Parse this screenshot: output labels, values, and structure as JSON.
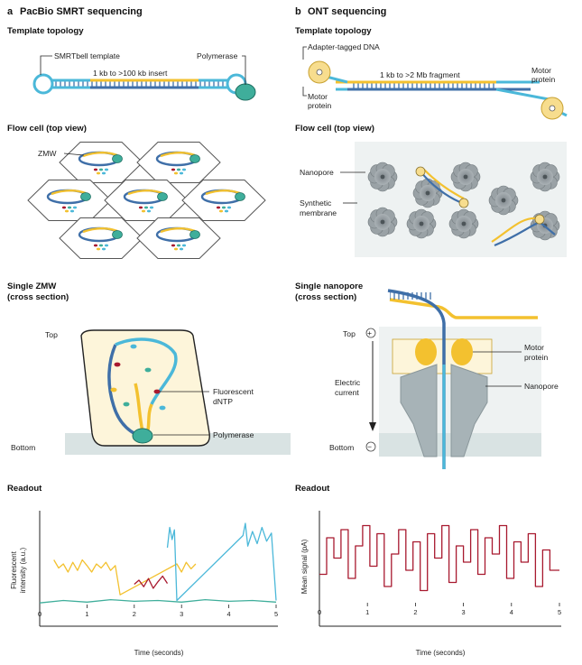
{
  "panels": {
    "a": {
      "letter": "a",
      "title": "PacBio SMRT sequencing"
    },
    "b": {
      "letter": "b",
      "title": "ONT sequencing"
    }
  },
  "sections": {
    "template_topology": "Template topology",
    "flow_cell": "Flow cell (top view)",
    "single_zmw_1": "Single ZMW",
    "single_zmw_2": "(cross section)",
    "single_nanopore_1": "Single nanopore",
    "single_nanopore_2": "(cross section)",
    "readout": "Readout"
  },
  "labels_a": {
    "smrtbell_template": "SMRTbell template",
    "polymerase": "Polymerase",
    "insert": "1 kb to >100 kb insert",
    "zmw": "ZMW",
    "top": "Top",
    "bottom": "Bottom",
    "fluor_1": "Fluorescent",
    "fluor_2": "dNTP",
    "polymerase_zmw": "Polymerase"
  },
  "labels_b": {
    "adapter": "Adapter-tagged DNA",
    "fragment": "1 kb to >2 Mb fragment",
    "motor_l1": "Motor",
    "motor_l2": "protein",
    "motor_r1": "Motor",
    "motor_r2": "protein",
    "nanopore": "Nanopore",
    "membrane_1": "Synthetic",
    "membrane_2": "membrane",
    "top": "Top",
    "bottom": "Bottom",
    "electric_1": "Electric",
    "electric_2": "current",
    "motor_pore_1": "Motor",
    "motor_pore_2": "protein",
    "nanopore_pore": "Nanopore",
    "plus": "+",
    "minus": "−"
  },
  "colors": {
    "blue": "#3f6fa8",
    "cyan": "#4bb8d9",
    "yellow": "#f3c12f",
    "teal": "#3fae9b",
    "red": "#a8192f",
    "grey_pore": "#9ea7ac",
    "panel_bg": "#eef2f2"
  },
  "chart_data": [
    {
      "type": "line",
      "xlabel": "Time (seconds)",
      "ylabel_1": "Fluorescent",
      "ylabel_2": "intensity (a.u.)",
      "xlim": [
        0,
        5
      ],
      "x_ticks": [
        "0",
        "1",
        "2",
        "3",
        "4",
        "5"
      ],
      "series": [
        {
          "color": "#f3c12f",
          "x": [
            0.3,
            0.4,
            0.5,
            0.6,
            0.7,
            0.8,
            0.9,
            1.0,
            1.1,
            1.2,
            1.3,
            1.4,
            1.5,
            1.6,
            1.7,
            2.9,
            3.0,
            3.1,
            3.2,
            3.3
          ],
          "y": [
            0.55,
            0.45,
            0.5,
            0.4,
            0.52,
            0.42,
            0.55,
            0.48,
            0.4,
            0.5,
            0.45,
            0.52,
            0.42,
            0.48,
            0.12,
            0.5,
            0.4,
            0.52,
            0.44,
            0.5
          ]
        },
        {
          "color": "#a8192f",
          "x": [
            2.0,
            2.1,
            2.2,
            2.3,
            2.4,
            2.5,
            2.6,
            2.7
          ],
          "y": [
            0.25,
            0.3,
            0.22,
            0.32,
            0.2,
            0.28,
            0.35,
            0.26
          ]
        },
        {
          "color": "#4bb8d9",
          "x": [
            2.7,
            2.75,
            2.8,
            2.85,
            2.9,
            4.3,
            4.35,
            4.4,
            4.5,
            4.6,
            4.7,
            4.8,
            4.9,
            5.0
          ],
          "y": [
            0.7,
            0.95,
            0.8,
            0.92,
            0.05,
            0.85,
            1.0,
            0.72,
            0.9,
            0.75,
            0.95,
            0.78,
            0.88,
            0.05
          ]
        },
        {
          "color": "#3fae9b",
          "x": [
            0.0,
            0.5,
            1.0,
            1.5,
            2.0,
            2.5,
            3.0,
            3.5,
            4.0,
            4.5,
            5.0
          ],
          "y": [
            0.02,
            0.05,
            0.03,
            0.06,
            0.04,
            0.05,
            0.03,
            0.06,
            0.04,
            0.05,
            0.03
          ]
        }
      ]
    },
    {
      "type": "line",
      "xlabel": "Time (seconds)",
      "ylabel": "Mean signal (pA)",
      "xlim": [
        0,
        5
      ],
      "x_ticks": [
        "0",
        "1",
        "2",
        "3",
        "4",
        "5"
      ],
      "series": [
        {
          "color": "#a8192f",
          "step": true,
          "x": [
            0.0,
            0.15,
            0.3,
            0.45,
            0.6,
            0.75,
            0.9,
            1.05,
            1.2,
            1.35,
            1.5,
            1.65,
            1.8,
            1.95,
            2.1,
            2.25,
            2.4,
            2.55,
            2.7,
            2.85,
            3.0,
            3.15,
            3.3,
            3.45,
            3.6,
            3.75,
            3.9,
            4.05,
            4.2,
            4.35,
            4.5,
            4.65,
            4.8,
            5.0
          ],
          "y": [
            0.35,
            0.8,
            0.55,
            0.9,
            0.3,
            0.7,
            0.95,
            0.45,
            0.85,
            0.2,
            0.6,
            0.9,
            0.4,
            0.75,
            0.15,
            0.85,
            0.55,
            0.95,
            0.25,
            0.7,
            0.5,
            0.9,
            0.35,
            0.8,
            0.6,
            0.95,
            0.3,
            0.75,
            0.5,
            0.85,
            0.2,
            0.65,
            0.4,
            0.4
          ]
        }
      ]
    }
  ]
}
